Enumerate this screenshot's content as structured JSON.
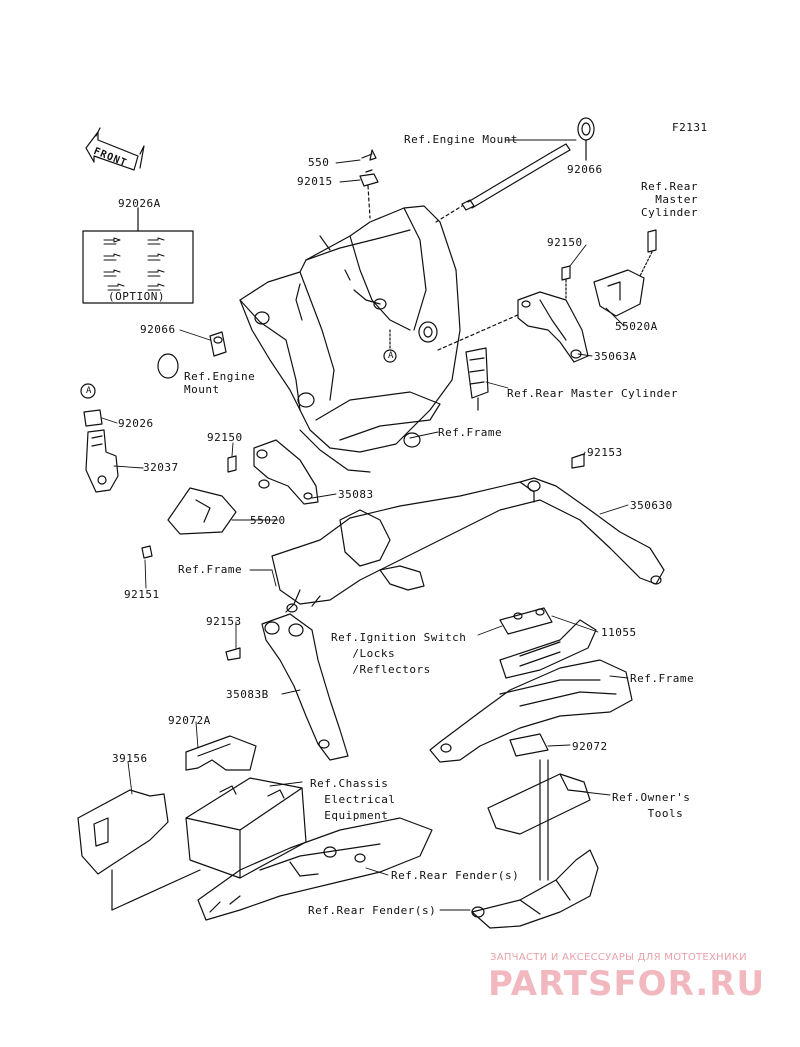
{
  "figure_code": "F2131",
  "front_marker": "FRONT",
  "option_label": "(OPTION)",
  "circle_mark": "A",
  "labels": {
    "ref_engine_mount_top": "Ref.Engine Mount",
    "p92066_top": "92066",
    "p550": "550",
    "p92015": "92015",
    "ref_rear_master_cyl_top": "Ref.Rear\nMaster\nCylinder",
    "p92026A": "92026A",
    "p92150_top": "92150",
    "p55020A": "55020A",
    "p92066_left": "92066",
    "ref_engine_mount_left": "Ref.Engine\nMount",
    "p35063A": "35063A",
    "ref_rear_master_cyl": "Ref.Rear Master Cylinder",
    "p92026": "92026",
    "ref_frame_1": "Ref.Frame",
    "p92150_left": "92150",
    "p32037": "32037",
    "p92153_right": "92153",
    "p35083": "35083",
    "p350630": "350630",
    "p55020": "55020",
    "ref_frame_2": "Ref.Frame",
    "p92151": "92151",
    "p92153_left": "92153",
    "ref_ignition": "Ref.Ignition Switch\n   /Locks\n   /Reflectors",
    "p11055": "11055",
    "ref_frame_3": "Ref.Frame",
    "p35083B": "35083B",
    "p92072A": "92072A",
    "p39156": "39156",
    "ref_chassis": "Ref.Chassis\n  Electrical\n  Equipment",
    "p92072": "92072",
    "ref_owners_tools": "Ref.Owner's\n     Tools",
    "ref_rear_fender_1": "Ref.Rear Fender(s)",
    "ref_rear_fender_2": "Ref.Rear Fender(s)"
  },
  "watermark": {
    "tagline": "ЗАПЧАСТИ И АКСЕССУАРЫ ДЛЯ МОТОТЕХНИКИ",
    "logo": "PARTSFOR.RU"
  }
}
